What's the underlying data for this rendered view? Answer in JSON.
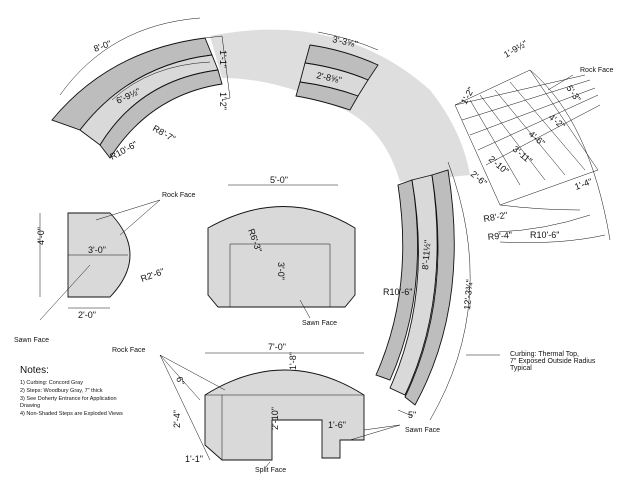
{
  "colors": {
    "ink": "#111111",
    "stone": "#d9d9d9",
    "ghost": "#dedede",
    "curb": "#bdbdbd"
  },
  "curb_top_left": {
    "len_outer": "8'-0\"",
    "len_inner": "6'-9½\"",
    "r_inner": "R8'-7\"",
    "r_outer": "R10'-6\"",
    "end_w1": "1'-1\"",
    "end_w2": "1'-2\""
  },
  "curb_top_right": {
    "len_outer": "3'-3⅝\"",
    "len_inner": "2'-8⅝\""
  },
  "right_fan": {
    "label_rock": "Rock Face",
    "dims": [
      "1'-9½\"",
      "1'-2\"",
      "5'-3\"",
      "4'-2\"",
      "4'-6\"",
      "3'-11\"",
      "2'-10\"",
      "2'-6\"",
      "1'-4\""
    ],
    "r1": "R8'-2\"",
    "r2": "R9'-4\"",
    "r3": "R10'-6\""
  },
  "right_curb": {
    "r": "R10'-6\"",
    "len_inner": "8'-11½\"",
    "len_outer": "12'-3¾\"",
    "width": "5\"",
    "label_curbing": "Curbing: Thermal Top,",
    "label_exposed": "7\" Exposed Outside Radius",
    "label_typical": "Typical"
  },
  "left_piece": {
    "rock_label": "Rock Face",
    "height": "4'-0\"",
    "width": "3'-0\"",
    "bottom": "2'-0\"",
    "radius": "R2'-6\"",
    "sawn_label": "Sawn Face"
  },
  "middle_piece": {
    "width": "5'-0\"",
    "height": "3'-0\"",
    "radius": "R6'-3\"",
    "sawn_label": "Sawn Face"
  },
  "bottom_piece": {
    "rock_label": "Rock Face",
    "width": "7'-0\"",
    "rise": "6\"",
    "top_h": "1'-8\"",
    "left_h": "2'-4\"",
    "mid_h": "2'-10\"",
    "foot": "1'-1\"",
    "step": "1'-6\"",
    "split_label": "Split Face",
    "sawn_label": "Sawn Face"
  },
  "notes": {
    "title": "Notes:",
    "items": [
      "1)   Curbing:  Concord Gray",
      "2)   Steps:  Woodbury Gray, 7\" thick",
      "3)   See Doherty Entrance for Application",
      "      Drawing",
      "4)   Non-Shaded Steps are Exploded Views"
    ]
  }
}
